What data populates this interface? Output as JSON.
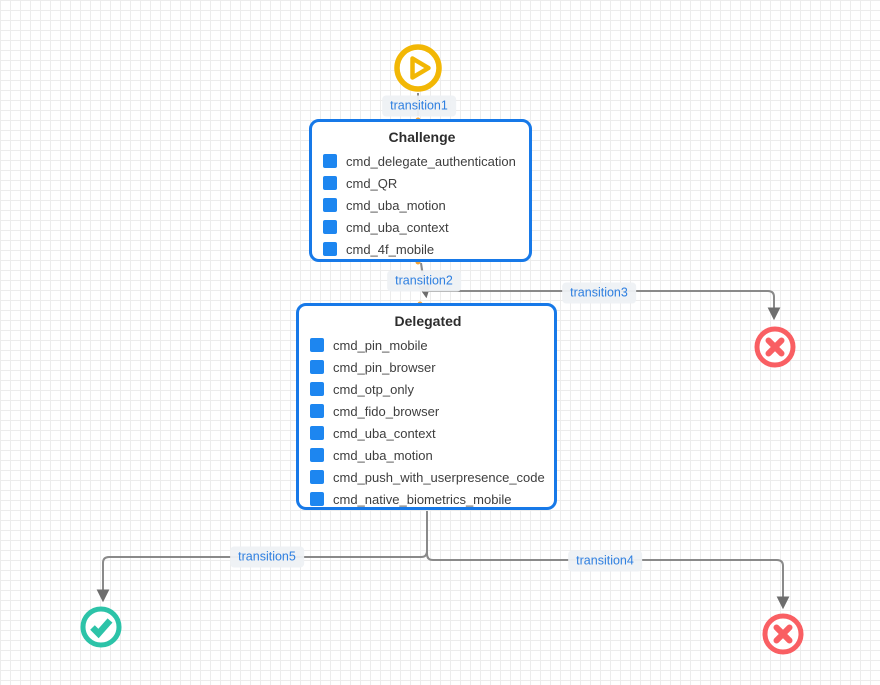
{
  "diagram": {
    "transitions": {
      "t1": "transition1",
      "t2": "transition2",
      "t3": "transition3",
      "t4": "transition4",
      "t5": "transition5"
    },
    "states": {
      "challenge": {
        "title": "Challenge",
        "items": [
          "cmd_delegate_authentication",
          "cmd_QR",
          "cmd_uba_motion",
          "cmd_uba_context",
          "cmd_4f_mobile"
        ]
      },
      "delegated": {
        "title": "Delegated",
        "items": [
          "cmd_pin_mobile",
          "cmd_pin_browser",
          "cmd_otp_only",
          "cmd_fido_browser",
          "cmd_uba_context",
          "cmd_uba_motion",
          "cmd_push_with_userpresence_code",
          "cmd_native_biometrics_mobile"
        ]
      }
    },
    "terminals": {
      "start": "start-event",
      "error_top": "error-end",
      "success": "success-end",
      "error_bottom": "error-end"
    },
    "colors": {
      "state_border": "#1779e8",
      "item_icon": "#1d86f0",
      "label_text": "#2e7fe0",
      "label_bg": "#eef1f4",
      "edge": "#8a8a8a",
      "start_icon": "#f2b705",
      "success_icon": "#2cc3a8",
      "error_icon": "#f95f63",
      "grid_line": "#ececec",
      "connection_dot": "#f2a53c"
    }
  }
}
